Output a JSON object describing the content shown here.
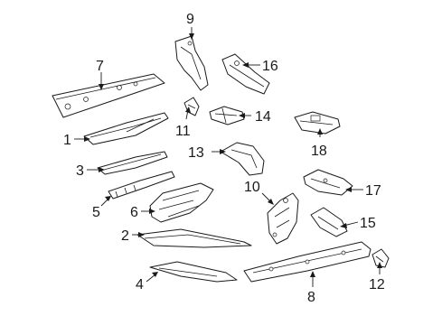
{
  "diagram": {
    "callouts": [
      {
        "id": "1",
        "text": "1"
      },
      {
        "id": "2",
        "text": "2"
      },
      {
        "id": "3",
        "text": "3"
      },
      {
        "id": "4",
        "text": "4"
      },
      {
        "id": "5",
        "text": "5"
      },
      {
        "id": "6",
        "text": "6"
      },
      {
        "id": "7",
        "text": "7"
      },
      {
        "id": "8",
        "text": "8"
      },
      {
        "id": "9",
        "text": "9"
      },
      {
        "id": "10",
        "text": "10"
      },
      {
        "id": "11",
        "text": "11"
      },
      {
        "id": "12",
        "text": "12"
      },
      {
        "id": "13",
        "text": "13"
      },
      {
        "id": "14",
        "text": "14"
      },
      {
        "id": "15",
        "text": "15"
      },
      {
        "id": "16",
        "text": "16"
      },
      {
        "id": "17",
        "text": "17"
      },
      {
        "id": "18",
        "text": "18"
      }
    ],
    "line_color": "#1a1a1a",
    "background": "#ffffff"
  }
}
